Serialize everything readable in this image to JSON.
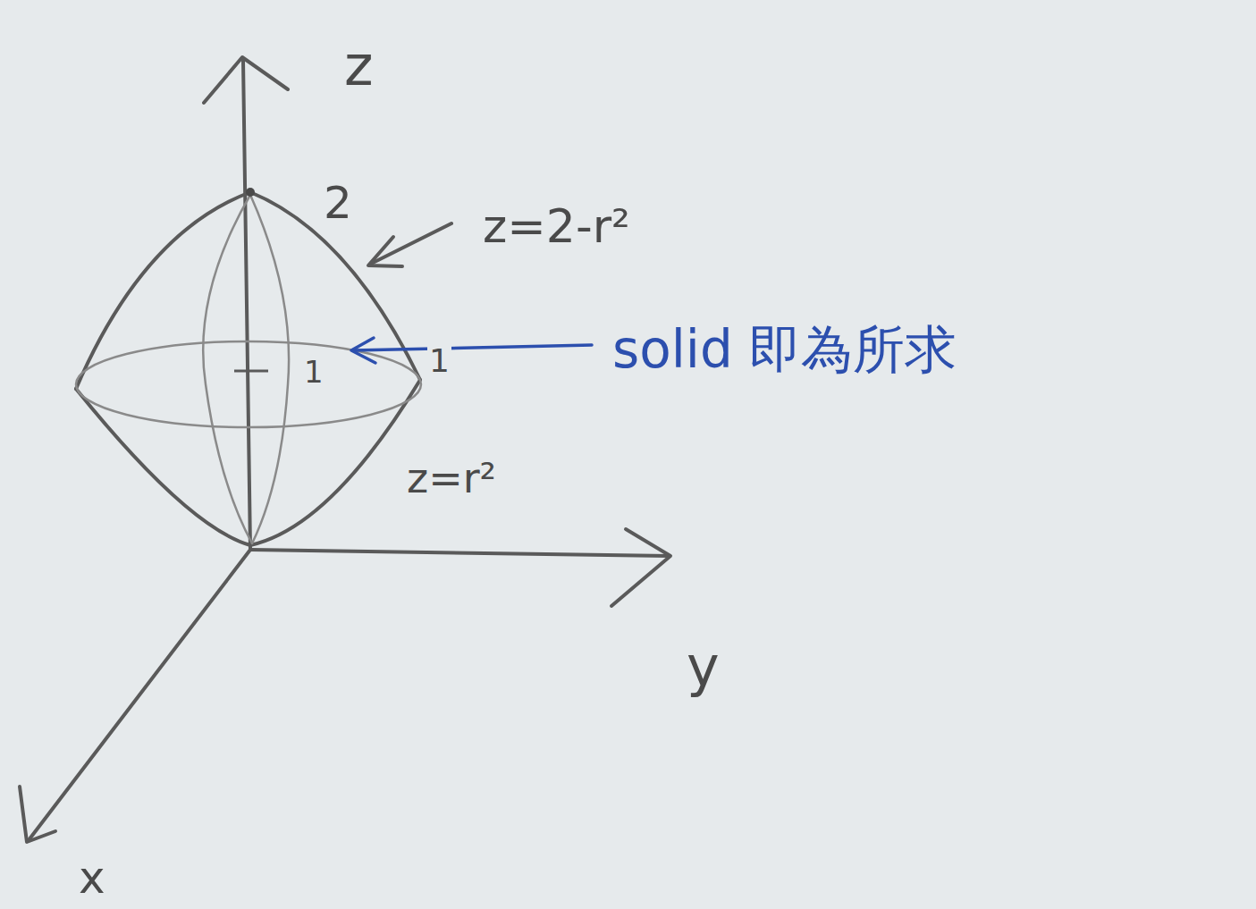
{
  "diagram": {
    "labels": [
      "z",
      "2",
      "z=2-r²",
      "1",
      "1",
      "solid 即為所求",
      "z=r²",
      "y",
      "x"
    ]
  }
}
